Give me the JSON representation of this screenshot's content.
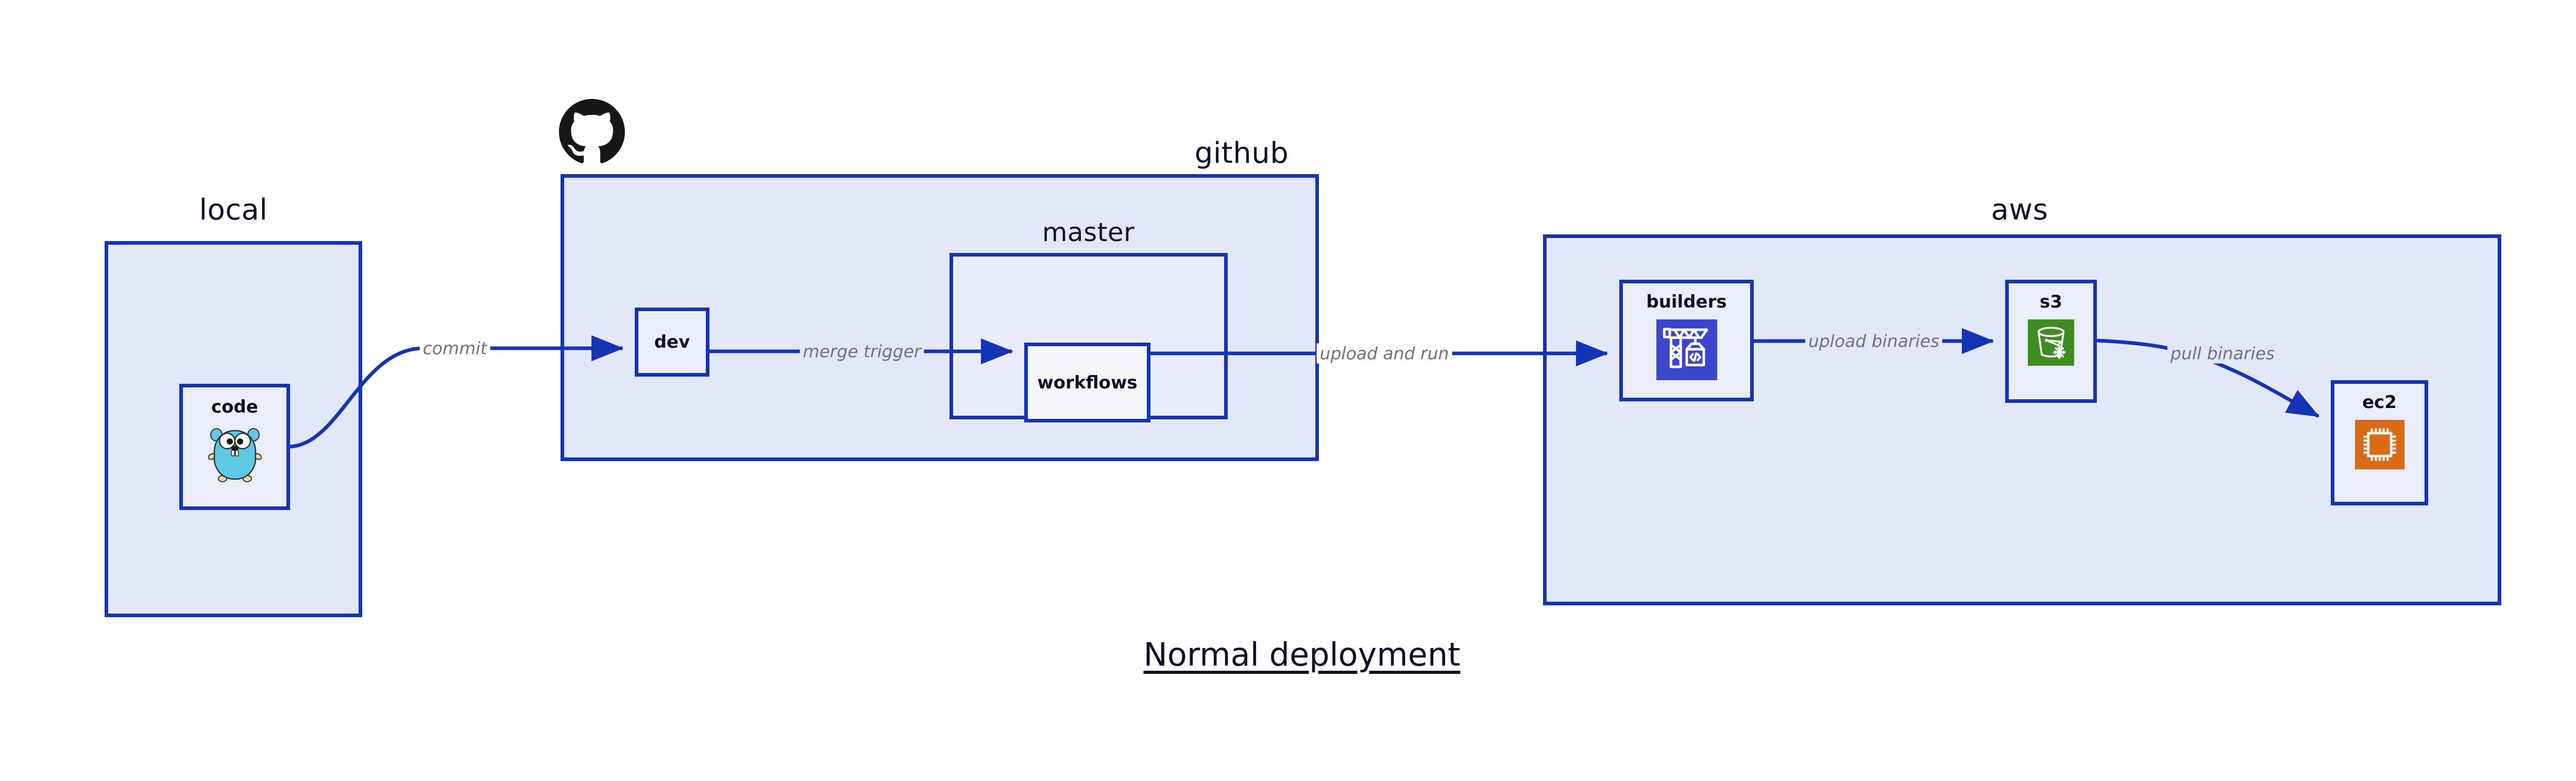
{
  "diagram": {
    "title": "Normal deployment",
    "palette": {
      "border_blue": "#1433b5",
      "group_fill": "#e2e7fa",
      "sub_fill": "#e9edfb",
      "node_fill": "#eaeefb",
      "arrow_blue": "#1433b5",
      "label_grey": "#6d7183",
      "text_dark": "#0d1026",
      "gopher_cyan": "#5dc9e2",
      "codebuild_indigo": "#3c46cc",
      "s3_green": "#3f8c22",
      "ec2_orange": "#da6a17",
      "github_black": "#161614",
      "page_bg": "#ffffff"
    },
    "groups": [
      {
        "id": "local",
        "label": "local"
      },
      {
        "id": "github",
        "label": "github"
      },
      {
        "id": "aws",
        "label": "aws"
      }
    ],
    "subgroups": [
      {
        "id": "master",
        "label": "master",
        "parent": "github"
      }
    ],
    "nodes": [
      {
        "id": "code",
        "label": "code",
        "icon": "go-gopher-icon",
        "parent": "local"
      },
      {
        "id": "dev",
        "label": "dev",
        "icon": null,
        "parent": "github"
      },
      {
        "id": "workflows",
        "label": "workflows",
        "icon": null,
        "parent": "master"
      },
      {
        "id": "builders",
        "label": "builders",
        "icon": "aws-codebuild-icon",
        "parent": "aws"
      },
      {
        "id": "s3",
        "label": "s3",
        "icon": "aws-s3-glacier-icon",
        "parent": "aws"
      },
      {
        "id": "ec2",
        "label": "ec2",
        "icon": "aws-ec2-icon",
        "parent": "aws"
      }
    ],
    "edges": [
      {
        "id": "commit",
        "label": "commit",
        "from": "code",
        "to": "dev"
      },
      {
        "id": "merge-trigger",
        "label": "merge trigger",
        "from": "dev",
        "to": "workflows"
      },
      {
        "id": "upload-and-run",
        "label": "upload and run",
        "from": "workflows",
        "to": "builders"
      },
      {
        "id": "upload-binaries",
        "label": "upload binaries",
        "from": "builders",
        "to": "s3"
      },
      {
        "id": "pull-binaries",
        "label": "pull binaries",
        "from": "s3",
        "to": "ec2"
      }
    ],
    "logos": [
      {
        "id": "github-mark",
        "name": "github-octocat-logo"
      }
    ]
  }
}
